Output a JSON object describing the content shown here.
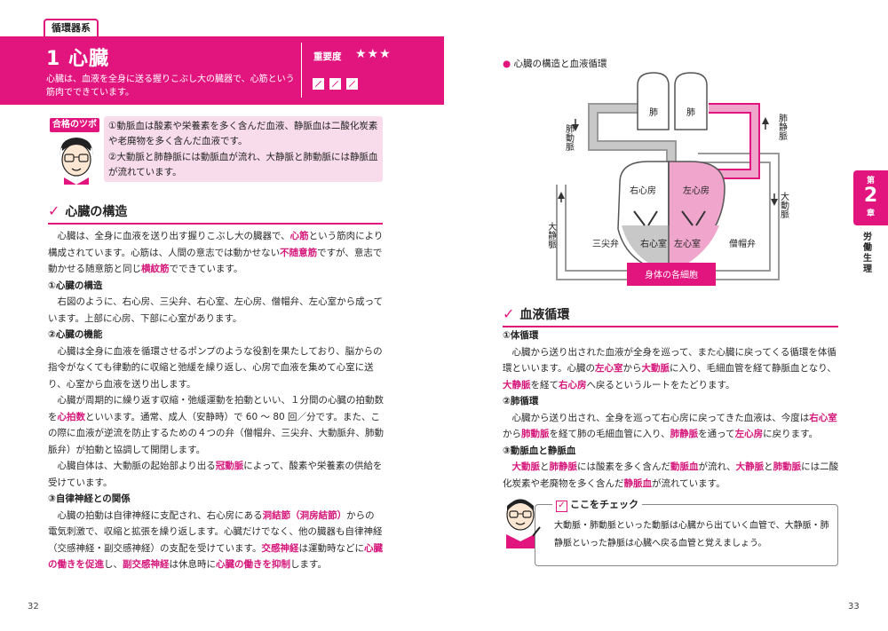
{
  "left_page": {
    "category_tab": "循環器系",
    "title": "1 心臓",
    "description": "心臓は、血液を全身に送る握りこぶし大の臓器で、心筋という筋肉でできています。",
    "importance_label": "重要度",
    "importance_stars": "★★★",
    "tips": {
      "label": "合格のツボ",
      "items": [
        "①動脈血は酸素や栄養素を多く含んだ血液、静脈血は二酸化炭素や老廃物を多く含んだ血液です。",
        "②大動脈と肺静脈には動脈血が流れ、大静脈と肺動脈には静脈血が流れています。"
      ]
    },
    "section_heading": "心臓の構造",
    "intro_a": "心臓は、全身に血液を送り出す握りこぶし大の臓器で、",
    "intro_kw1": "心筋",
    "intro_b": "という筋肉により構成されています。心筋は、人間の意志では動かせない",
    "intro_kw2": "不随意筋",
    "intro_c": "ですが、意志で動かせる随意筋と同じ",
    "intro_kw3": "横紋筋",
    "intro_d": "でできています。",
    "sub1_title": "①心臓の構造",
    "sub1_text": "右図のように、右心房、三尖弁、右心室、左心房、僧帽弁、左心室から成っています。上部に心房、下部に心室があります。",
    "sub2_title": "②心臓の機能",
    "sub2_text1": "心臓は全身に血液を循環させるポンプのような役割を果たしており、脳からの指令がなくても律動的に収縮と弛緩を繰り返し、心房で血液を集めて心室に送り、心室から血液を送り出します。",
    "sub2_text2_a": "心臓が周期的に繰り返す収縮・弛緩運動を拍動といい、１分間の心臓の拍動数を",
    "sub2_kw": "心拍数",
    "sub2_text2_b": "といいます。通常、成人（安静時）で 60 ～ 80 回／分です。また、この際に血液が逆流を防止するための４つの弁（僧帽弁、三尖弁、大動脈弁、肺動脈弁）が拍動と協調して開閉します。",
    "sub2_text3_a": "心臓自体は、大動脈の起始部より出る",
    "sub2_kw2": "冠動脈",
    "sub2_text3_b": "によって、酸素や栄養素の供給を受けています。",
    "sub3_title": "③自律神経との関係",
    "sub3_a": "心臓の拍動は自律神経に支配され、右心房にある",
    "sub3_kw1": "洞結節（洞房結節）",
    "sub3_b": "からの電気刺激で、収縮と拡張を繰り返します。心臓だけでなく、他の臓器も自律神経（交感神経・副交感神経）の支配を受けています。",
    "sub3_kw2": "交感神経",
    "sub3_c": "は運動時などに",
    "sub3_kw3": "心臓の働きを促進",
    "sub3_d": "し、",
    "sub3_kw4": "副交感神経",
    "sub3_e": "は休息時に",
    "sub3_kw5": "心臓の働きを抑制",
    "sub3_f": "します。",
    "page_number": "32"
  },
  "right_page": {
    "diagram_caption": "心臓の構造と血液循環",
    "diagram": {
      "lung_left": "肺",
      "lung_right": "肺",
      "pulmonary_artery": "肺動脈",
      "pulmonary_vein": "肺静脈",
      "right_atrium": "右心房",
      "left_atrium": "左心房",
      "right_ventricle": "右心室",
      "left_ventricle": "左心室",
      "tricuspid": "三尖弁",
      "mitral": "僧帽弁",
      "vena_cava": "大静脈",
      "aorta": "大動脈",
      "body_cells": "身体の各細胞"
    },
    "section_heading": "血液循環",
    "s1_title": "①体循環",
    "s1_a": "心臓から送り出された血液が全身を巡って、また心臓に戻ってくる循環を体循環といいます。心臓の",
    "s1_kw1": "左心室",
    "s1_b": "から",
    "s1_kw2": "大動脈",
    "s1_c": "に入り、毛細血管を経て静脈血となり、",
    "s1_kw3": "大静脈",
    "s1_d": "を経て",
    "s1_kw4": "右心房",
    "s1_e": "へ戻るというルートをたどります。",
    "s2_title": "②肺循環",
    "s2_a": "心臓から送り出され、全身を巡って右心房に戻ってきた血液は、今度は",
    "s2_kw1": "右心室",
    "s2_b": "から",
    "s2_kw2": "肺動脈",
    "s2_c": "を経て肺の毛細血管に入り、",
    "s2_kw3": "肺静脈",
    "s2_d": "を通って",
    "s2_kw4": "左心房",
    "s2_e": "に戻ります。",
    "s3_title": "③動脈血と静脈血",
    "s3_kw1": "大動脈",
    "s3_a": "と",
    "s3_kw2": "肺静脈",
    "s3_b": "には酸素を多く含んだ",
    "s3_kw3": "動脈血",
    "s3_c": "が流れ、",
    "s3_kw4": "大静脈",
    "s3_d": "と",
    "s3_kw5": "肺動脈",
    "s3_e": "には二酸化炭素や老廃物を多く含んだ",
    "s3_kw6": "静脈血",
    "s3_f": "が流れています。",
    "check_label": "ここをチェック",
    "check_text": "大動脈・肺動脈といった動脈は心臓から出ていく血管で、大静脈・肺静脈といった静脈は心臓へ戻る血管と覚えましょう。",
    "chapter_tab_prefix": "第",
    "chapter_tab_number": "2",
    "chapter_tab_suffix": "章",
    "chapter_name": "労働生理",
    "page_number": "33"
  },
  "colors": {
    "accent": "#e2157f",
    "tip_bg": "#f8dceb",
    "arterial_fill": "#f0a6cc",
    "venous_fill": "#c8c8c8"
  }
}
